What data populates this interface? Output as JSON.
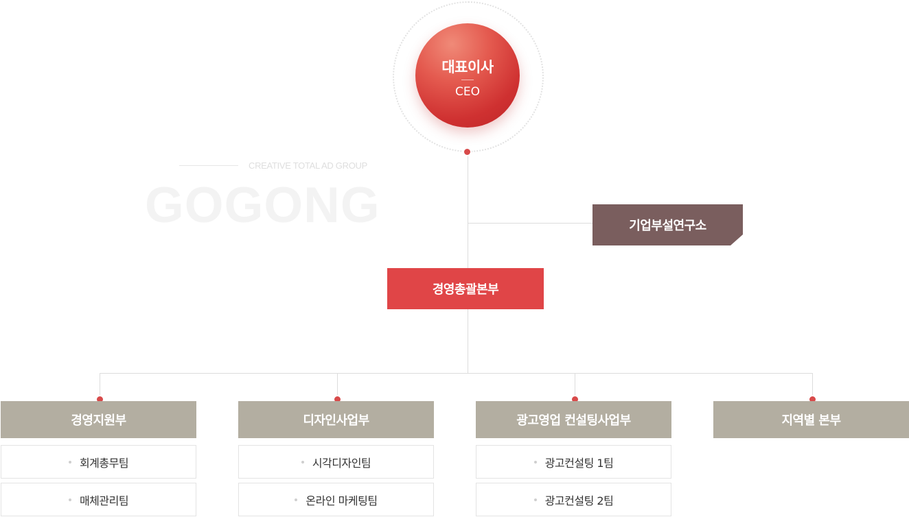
{
  "ceo": {
    "title": "대표이사",
    "subtitle": "CEO"
  },
  "background": {
    "tagline": "CREATIVE TOTAL AD GROUP",
    "logo": "GOGONG"
  },
  "research_lab": {
    "label": "기업부설연구소"
  },
  "headquarters": {
    "label": "경영총괄본부"
  },
  "departments": [
    {
      "label": "경영지원부",
      "teams": [
        "회계총무팀",
        "매체관리팀"
      ]
    },
    {
      "label": "디자인사업부",
      "teams": [
        "시각디자인팀",
        "온라인 마케팅팀"
      ]
    },
    {
      "label": "광고영업 컨설팅사업부",
      "teams": [
        "광고컨설팅 1팀",
        "광고컨설팅 2팀"
      ]
    },
    {
      "label": "지역별 본부",
      "teams": []
    }
  ],
  "colors": {
    "ceo": "#cf3131",
    "headquarters": "#e04547",
    "research_lab": "#7a5e5e",
    "department": "#b3aea1",
    "connector_dot": "#d84a4a"
  }
}
